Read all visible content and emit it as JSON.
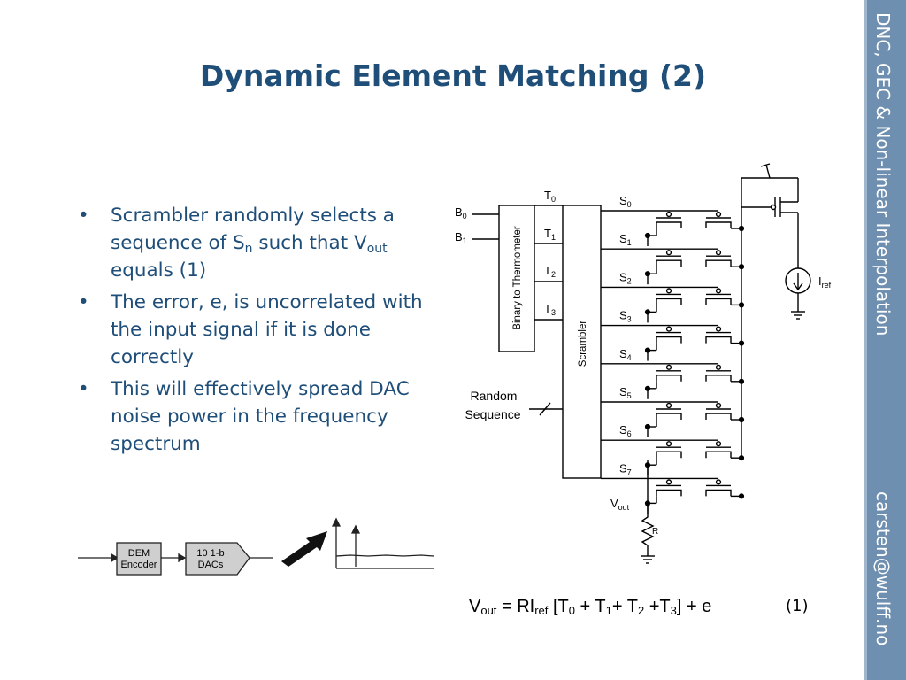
{
  "slide": {
    "title": "Dynamic Element Matching (2)",
    "sidebar_top": "DNC, GEC & Non-linear Interpolation",
    "sidebar_bottom": "carsten@wulff.no"
  },
  "bullets": [
    {
      "pre": "Scrambler randomly selects a sequence of S",
      "sub": "n",
      "mid": " such that V",
      "sub2": "out",
      "post": " equals (1)"
    },
    {
      "text": "The error, e, is uncorrelated with the input signal if it is done correctly"
    },
    {
      "text": "This will effectively spread DAC noise power in the frequency spectrum"
    }
  ],
  "diagram": {
    "b0": "B",
    "b0_sub": "0",
    "b1": "B",
    "b1_sub": "1",
    "thermometer_label": "Binary to Thermometer",
    "scrambler_label": "Scrambler",
    "t_labels": [
      {
        "base": "T",
        "sub": "0"
      },
      {
        "base": "T",
        "sub": "1"
      },
      {
        "base": "T",
        "sub": "2"
      },
      {
        "base": "T",
        "sub": "3"
      }
    ],
    "s_labels": [
      {
        "base": "S",
        "sub": "0"
      },
      {
        "base": "S",
        "sub": "1"
      },
      {
        "base": "S",
        "sub": "2"
      },
      {
        "base": "S",
        "sub": "3"
      },
      {
        "base": "S",
        "sub": "4"
      },
      {
        "base": "S",
        "sub": "5"
      },
      {
        "base": "S",
        "sub": "6"
      },
      {
        "base": "S",
        "sub": "7"
      }
    ],
    "random_line1": "Random",
    "random_line2": "Sequence",
    "vout": "V",
    "vout_sub": "out",
    "r_label": "R",
    "iref": "I",
    "iref_sub": "ref"
  },
  "block_diagram": {
    "dem_line1": "DEM",
    "dem_line2": "Encoder",
    "dac_line1": "10 1-b",
    "dac_line2": "DACs"
  },
  "equation": {
    "vout": "V",
    "vout_sub": "out",
    "eq_mid": " = RI",
    "iref_sub": "ref",
    "b1": " [T",
    "t0": "0",
    "p1": " + T",
    "t1": "1",
    "p2": "+ T",
    "t2": "2",
    "p3": " +T",
    "t3": "3",
    "tail": "] + e",
    "number": "(1)"
  }
}
